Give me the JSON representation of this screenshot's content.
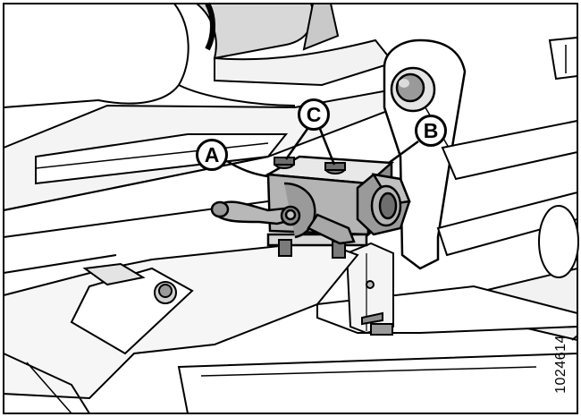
{
  "callouts": {
    "a": "A",
    "b": "B",
    "c": "C"
  },
  "figure_number": "1024614",
  "colors": {
    "line": "#000000",
    "frame_fill": "#ffffff",
    "shade_light": "#e6e6e6",
    "shade_mid": "#bdbdbd",
    "shade_dark": "#8c8c8c",
    "shade_darker": "#6e6e6e"
  }
}
